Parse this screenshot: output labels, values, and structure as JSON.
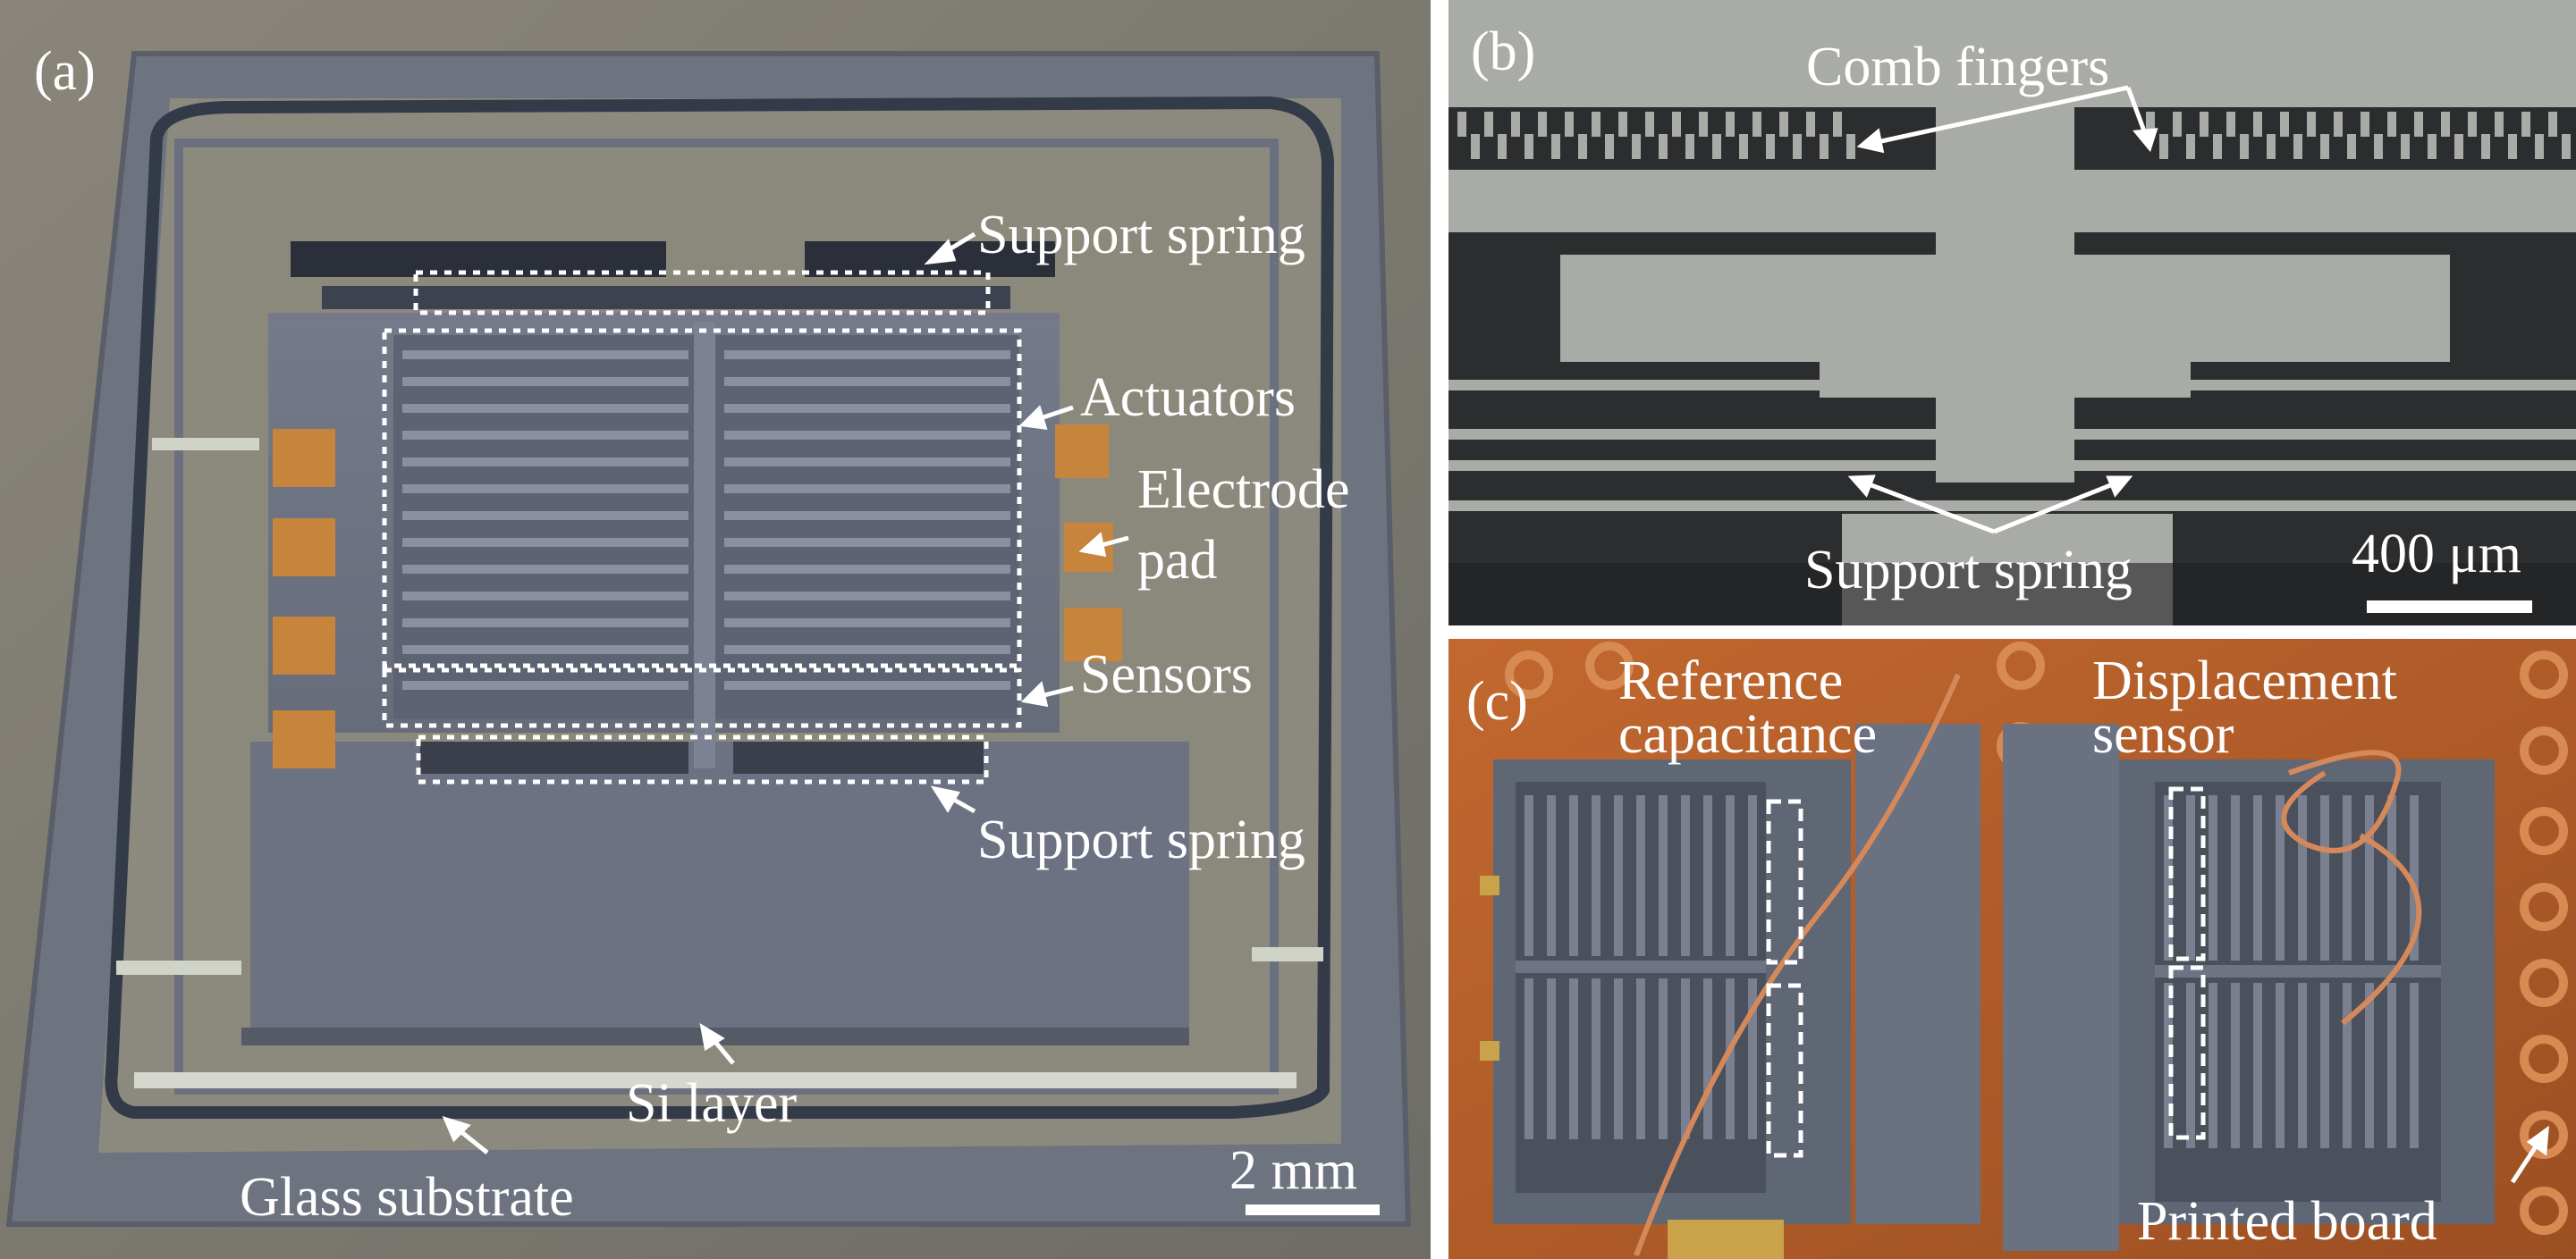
{
  "figure": {
    "panel_a": {
      "panel_label": "(a)",
      "labels": {
        "support_spring_top": "Support spring",
        "actuators": "Actuators",
        "electrode_pad_1": "Electrode",
        "electrode_pad_2": "pad",
        "sensors": "Sensors",
        "support_spring_bottom": "Support spring",
        "si_layer": "Si layer",
        "glass_substrate": "Glass substrate"
      },
      "scale_bar": "2 mm"
    },
    "panel_b": {
      "panel_label": "(b)",
      "labels": {
        "comb_fingers": "Comb fingers",
        "support_spring": "Support spring"
      },
      "scale_bar": "400 μm"
    },
    "panel_c": {
      "panel_label": "(c)",
      "labels": {
        "reference_1": "Reference",
        "reference_2": "capacitance",
        "displacement_1": "Displacement",
        "displacement_2": "sensor",
        "printed_board": "Printed board"
      }
    },
    "colors": {
      "photo_bg_a": "#7d7d72",
      "silicon": "#6f7585",
      "electrode_pad": "#c7843c",
      "pcb": "#b8622e",
      "annotation": "#ffffff"
    }
  }
}
